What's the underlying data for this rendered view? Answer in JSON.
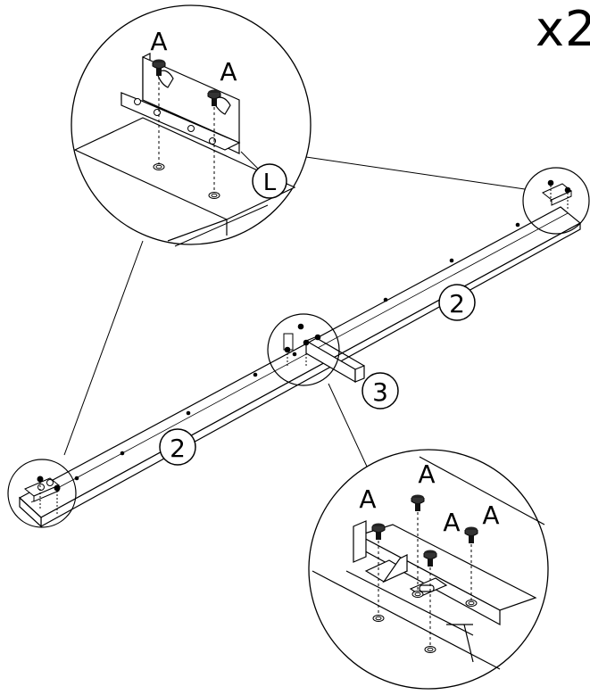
{
  "quantity_label": "x2",
  "screw_label": "A",
  "bracket_label": "L",
  "part_labels": {
    "rail_upper": "2",
    "rail_lower": "2",
    "cross_bar": "3"
  },
  "colors": {
    "line": "#000000",
    "background": "#ffffff"
  }
}
